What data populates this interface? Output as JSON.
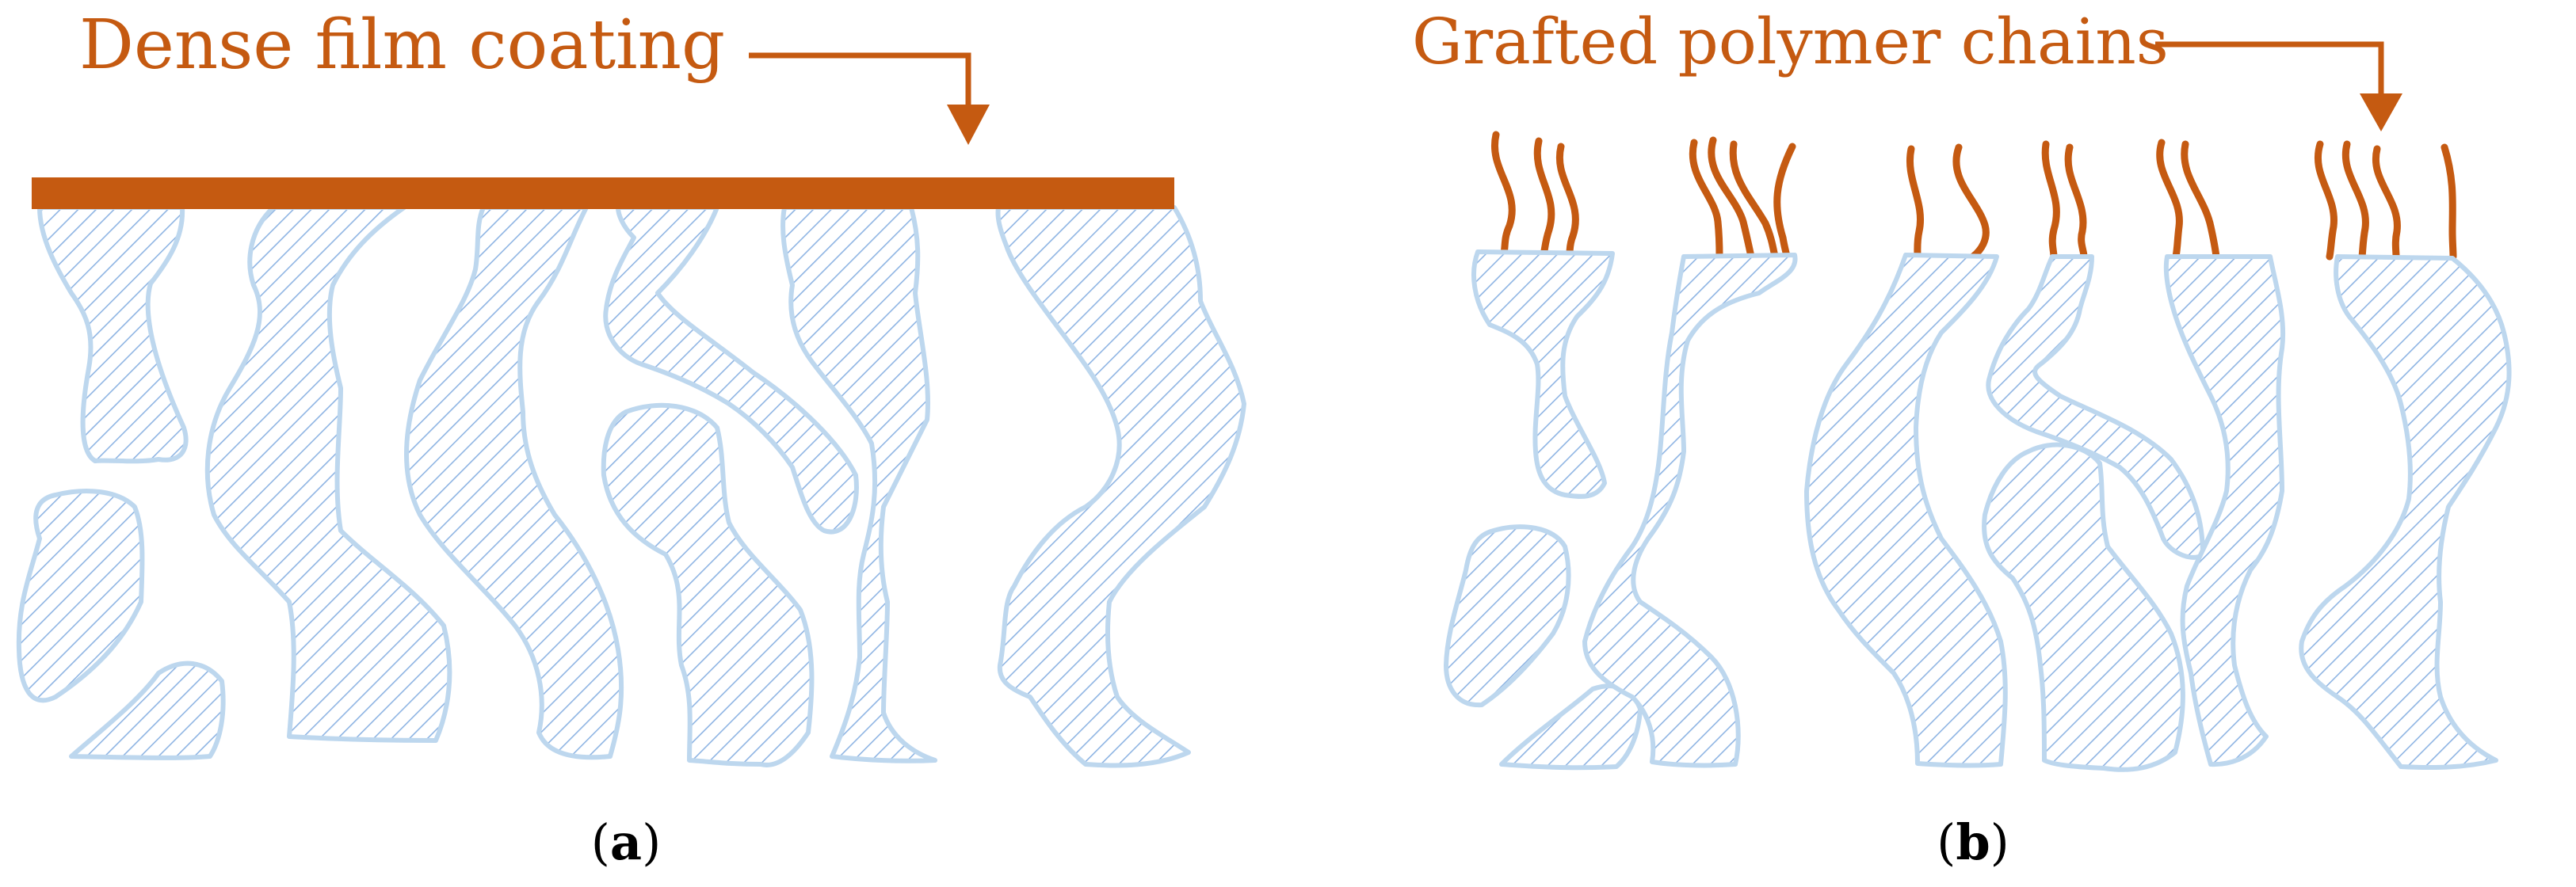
{
  "panel_a": {
    "label": "Dense film coating",
    "caption_letter": "a"
  },
  "panel_b": {
    "label": "Grafted polymer chains",
    "caption_letter": "b"
  },
  "colors": {
    "accent": "#C55A11",
    "particle_outline": "#BDD7EE",
    "hatch": "#8EB4E3"
  }
}
